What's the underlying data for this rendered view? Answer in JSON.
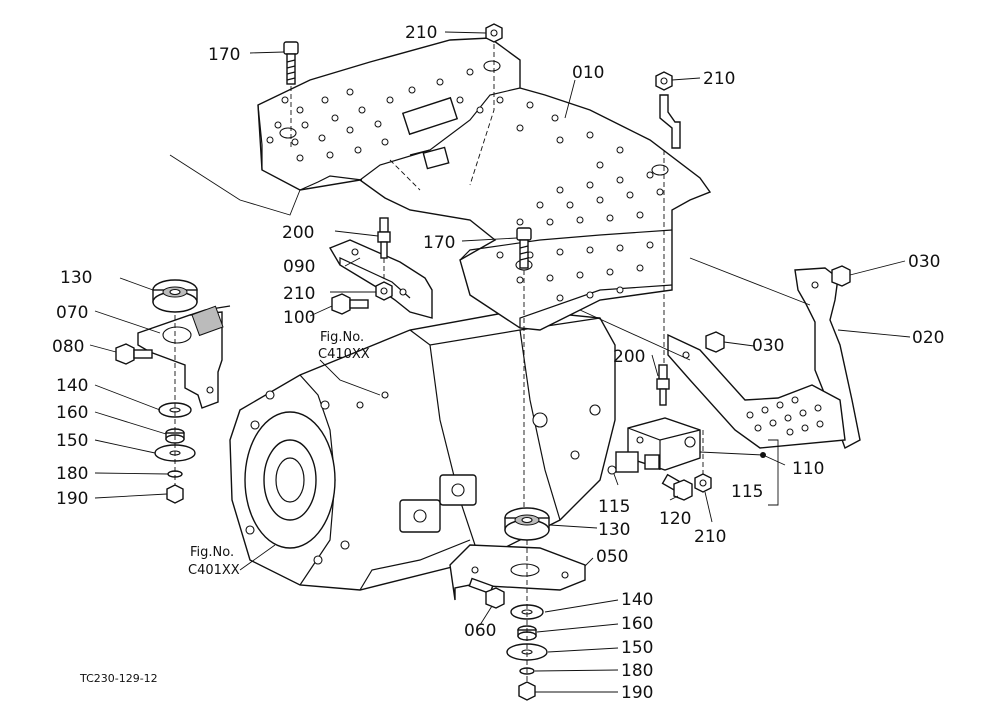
{
  "diagram_code": "TC230-129-12",
  "figure_refs": {
    "upper": {
      "line1": "Fig.No.",
      "line2": "C410XX"
    },
    "lower": {
      "line1": "Fig.No.",
      "line2": "C401XX"
    }
  },
  "parts": {
    "p010": "010",
    "p020": "020",
    "p030a": "030",
    "p030b": "030",
    "p050": "050",
    "p060": "060",
    "p070": "070",
    "p080": "080",
    "p090": "090",
    "p100": "100",
    "p110": "110",
    "p115a": "115",
    "p115b": "115",
    "p120": "120",
    "p130a": "130",
    "p130b": "130",
    "p140a": "140",
    "p140b": "140",
    "p150a": "150",
    "p150b": "150",
    "p160a": "160",
    "p160b": "160",
    "p170a": "170",
    "p170b": "170",
    "p180a": "180",
    "p180b": "180",
    "p190a": "190",
    "p190b": "190",
    "p200a": "200",
    "p200b": "200",
    "p210a": "210",
    "p210b": "210",
    "p210c": "210",
    "p210d": "210"
  },
  "colors": {
    "line": "#111111",
    "background": "#ffffff",
    "shade": "#bbbbbb"
  }
}
